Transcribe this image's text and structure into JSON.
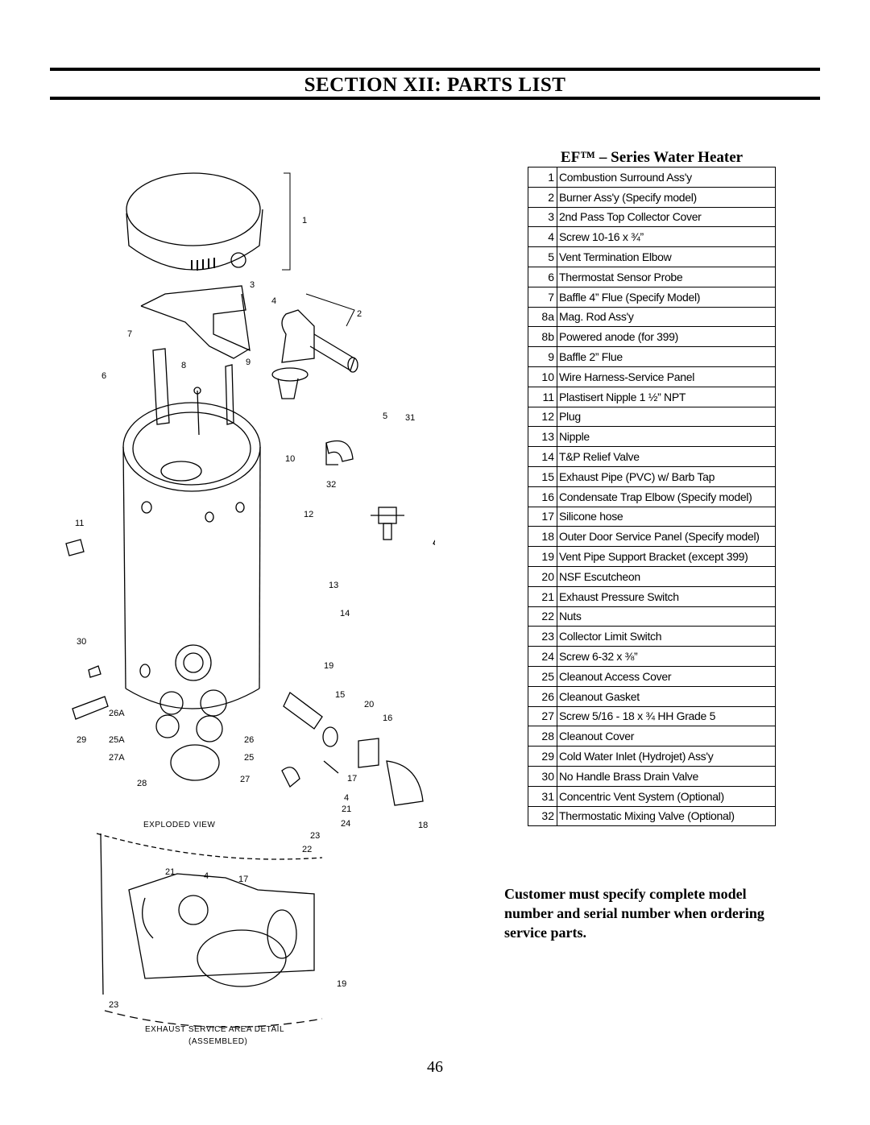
{
  "header": {
    "title": "SECTION XII:  PARTS LIST"
  },
  "parts_table": {
    "title": "EF™ – Series Water Heater",
    "rows": [
      {
        "num": "1",
        "desc": "Combustion Surround Ass'y"
      },
      {
        "num": "2",
        "desc": "Burner Ass'y (Specify model)"
      },
      {
        "num": "3",
        "desc": "2nd Pass Top Collector Cover"
      },
      {
        "num": "4",
        "desc": "Screw 10-16 x ¾”"
      },
      {
        "num": "5",
        "desc": "Vent Termination Elbow"
      },
      {
        "num": "6",
        "desc": "Thermostat Sensor Probe"
      },
      {
        "num": "7",
        "desc": "Baffle 4” Flue (Specify Model)"
      },
      {
        "num": "8a",
        "desc": "Mag. Rod Ass'y"
      },
      {
        "num": "8b",
        "desc": "Powered anode (for 399)"
      },
      {
        "num": "9",
        "desc": "Baffle 2” Flue"
      },
      {
        "num": "10",
        "desc": "Wire Harness-Service Panel"
      },
      {
        "num": "11",
        "desc": "Plastisert Nipple 1 ½” NPT"
      },
      {
        "num": "12",
        "desc": "Plug"
      },
      {
        "num": "13",
        "desc": "Nipple"
      },
      {
        "num": "14",
        "desc": "T&P Relief Valve"
      },
      {
        "num": "15",
        "desc": "Exhaust Pipe (PVC) w/ Barb Tap"
      },
      {
        "num": "16",
        "desc": "Condensate Trap Elbow (Specify model)"
      },
      {
        "num": "17",
        "desc": "Silicone hose"
      },
      {
        "num": "18",
        "desc": "Outer Door Service Panel (Specify model)"
      },
      {
        "num": "19",
        "desc": "Vent Pipe Support Bracket (except 399)"
      },
      {
        "num": "20",
        "desc": "NSF Escutcheon"
      },
      {
        "num": "21",
        "desc": "Exhaust Pressure Switch"
      },
      {
        "num": "22",
        "desc": "Nuts"
      },
      {
        "num": "23",
        "desc": "Collector Limit Switch"
      },
      {
        "num": "24",
        "desc": "Screw 6-32 x ⅜”"
      },
      {
        "num": "25",
        "desc": "Cleanout Access Cover"
      },
      {
        "num": "26",
        "desc": "Cleanout Gasket"
      },
      {
        "num": "27",
        "desc": "Screw 5/16 - 18 x ¾ HH Grade 5"
      },
      {
        "num": "28",
        "desc": "Cleanout Cover"
      },
      {
        "num": "29",
        "desc": "Cold Water Inlet (Hydrojet) Ass'y"
      },
      {
        "num": "30",
        "desc": "No Handle Brass Drain Valve"
      },
      {
        "num": "31",
        "desc": "Concentric Vent System (Optional)"
      },
      {
        "num": "32",
        "desc": "Thermostatic Mixing Valve (Optional)"
      }
    ]
  },
  "notice": "Customer must specify complete model number and serial number when ordering service parts.",
  "diagram": {
    "caption_exploded": "EXPLODED VIEW",
    "caption_detail_1": "EXHAUST SERVICE AREA DETAIL",
    "caption_detail_2": "(ASSEMBLED)",
    "callouts": [
      "1",
      "3",
      "4",
      "2",
      "7",
      "6",
      "8",
      "9",
      "5",
      "31",
      "10",
      "32",
      "11",
      "12",
      "13",
      "14",
      "30",
      "19",
      "15",
      "20",
      "16",
      "26A",
      "29",
      "25A",
      "26",
      "27A",
      "25",
      "28",
      "27",
      "17",
      "4",
      "21",
      "24",
      "18",
      "23",
      "22",
      "21",
      "4",
      "17",
      "19",
      "23"
    ]
  },
  "page_number": "46"
}
